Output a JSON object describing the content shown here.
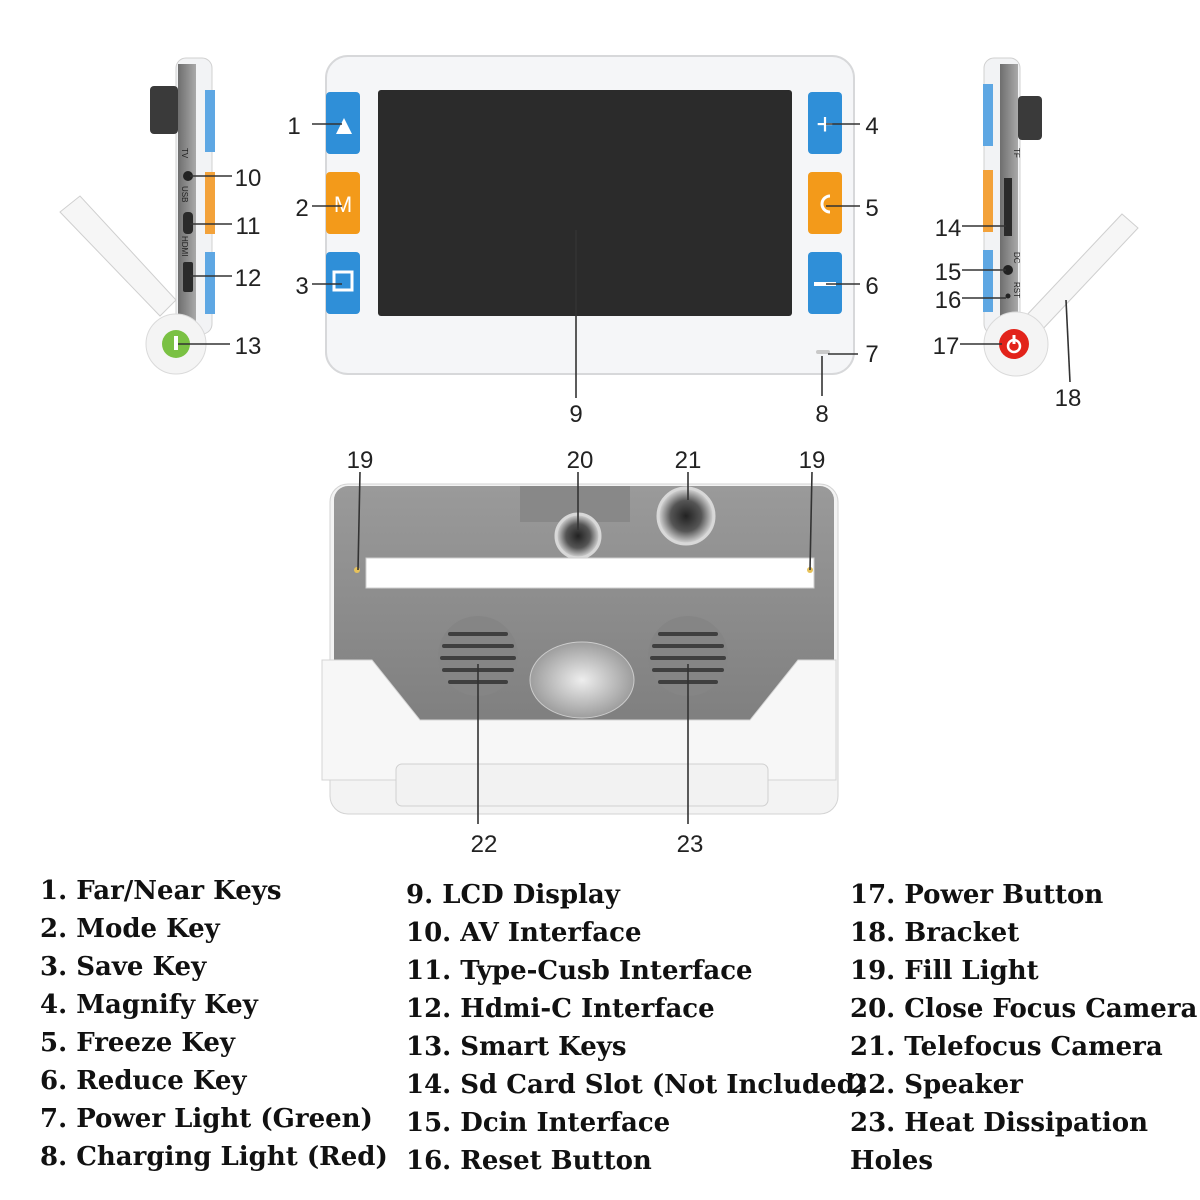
{
  "callouts": [
    "1",
    "2",
    "3",
    "4",
    "5",
    "6",
    "7",
    "8",
    "9",
    "10",
    "11",
    "12",
    "13",
    "14",
    "15",
    "16",
    "17",
    "18",
    "19",
    "20",
    "21",
    "22",
    "23"
  ],
  "port_labels": {
    "left": [
      "TV",
      "USB",
      "HDMI"
    ],
    "right": [
      "TF",
      "DC",
      "RST"
    ]
  },
  "legend": {
    "col1": [
      "1. Far/Near Keys",
      "2. Mode Key",
      "3. Save Key",
      "4. Magnify Key",
      "5. Freeze Key",
      "6. Reduce Key",
      "7. Power Light (Green)",
      "8. Charging Light (Red)"
    ],
    "col2": [
      "9. LCD Display",
      "10. AV Interface",
      "11. Type-Cusb Interface",
      "12. Hdmi-C Interface",
      "13. Smart Keys",
      "14. Sd Card Slot (Not Included)",
      "15. Dcin Interface",
      "16. Reset Button"
    ],
    "col3": [
      "17. Power Button",
      "18. Bracket",
      "19. Fill Light",
      "20. Close Focus Camera",
      "21. Telefocus Camera",
      "22. Speaker",
      "23. Heat Dissipation",
      "Holes"
    ]
  },
  "key_glyphs": {
    "mode": "M",
    "magnify": "+",
    "reduce": "–"
  },
  "colors": {
    "blue_key": "#2f8fd8",
    "orange_key": "#f39a1a",
    "green_button": "#7ac143",
    "red_button": "#e2231a",
    "screen": "#2b2b2b",
    "body_white": "#f4f5f7",
    "back_gray": "#8c8c8c"
  }
}
